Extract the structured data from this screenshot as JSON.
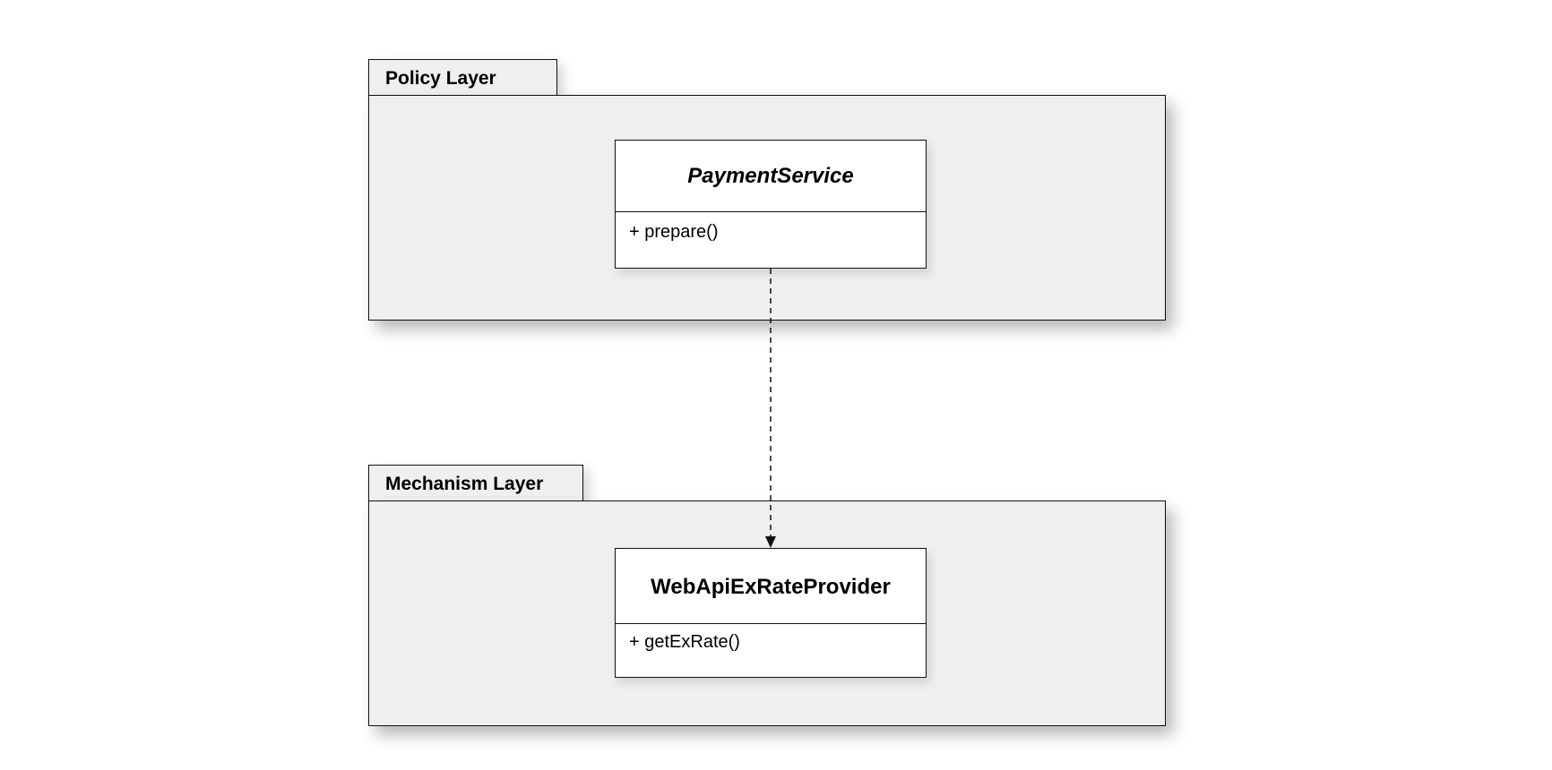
{
  "packages": {
    "policy": {
      "label": "Policy Layer",
      "class": {
        "name": "PaymentService",
        "abstract": true,
        "operations": [
          "+ prepare()"
        ]
      }
    },
    "mechanism": {
      "label": "Mechanism Layer",
      "class": {
        "name": "WebApiExRateProvider",
        "abstract": false,
        "operations": [
          "+ getExRate()"
        ]
      }
    }
  },
  "relationship": {
    "type": "dependency",
    "from": "PaymentService",
    "to": "WebApiExRateProvider",
    "line_style": "dashed",
    "arrowhead": "filled-triangle"
  },
  "colors": {
    "package_fill": "#efefef",
    "class_fill": "#ffffff",
    "line": "#111111"
  }
}
